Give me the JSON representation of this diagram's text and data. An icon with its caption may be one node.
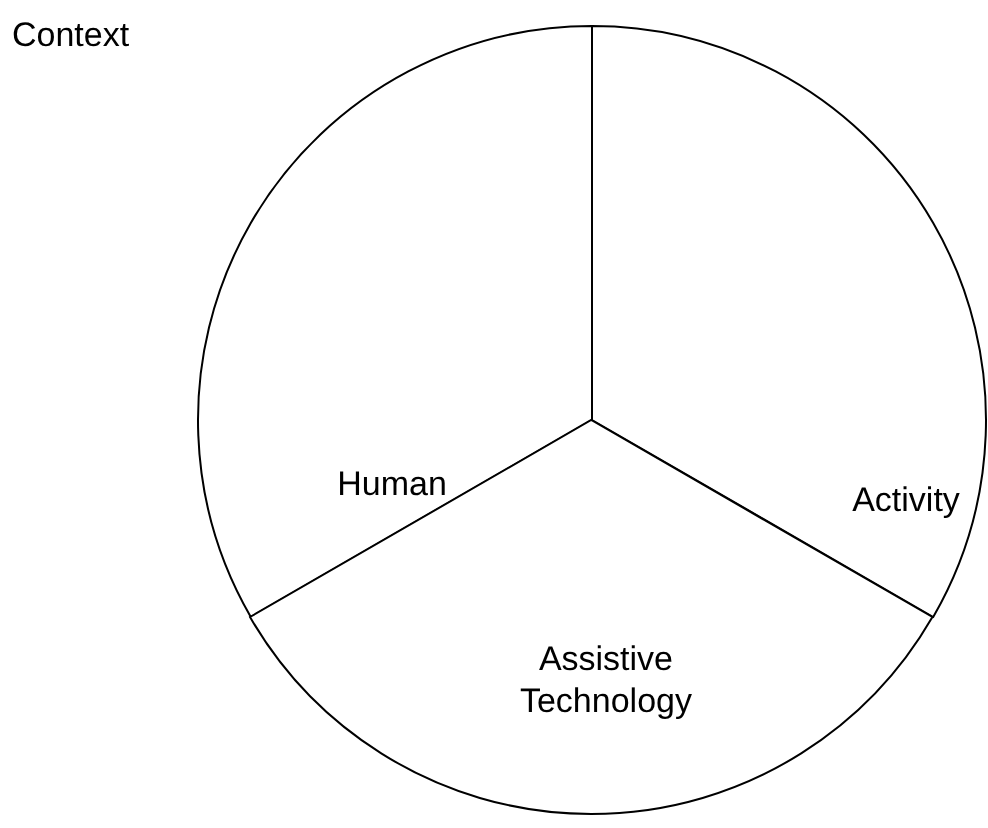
{
  "diagram": {
    "nodes": [
      {
        "text": [
          "Human"
        ]
      },
      {
        "text": [
          "Activity"
        ]
      },
      {
        "text": [
          "Assistive Technology"
        ]
      }
    ],
    "labels": [
      "Context"
    ]
  }
}
